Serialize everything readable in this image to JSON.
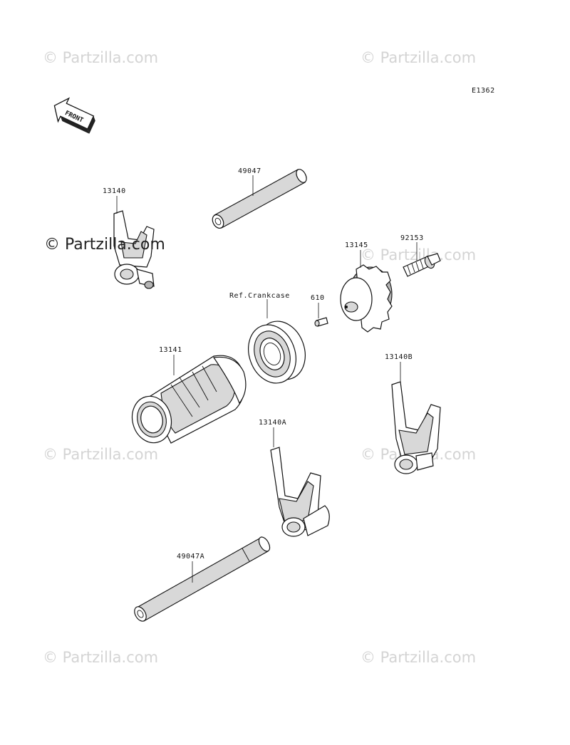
{
  "diagram_code": "E1362",
  "front_arrow_text": "FRONT",
  "watermark_text": "© Partzilla.com",
  "watermark_main_text": "© Partzilla.com",
  "callouts": {
    "p13140": "13140",
    "p49047": "49047",
    "p92153": "92153",
    "p13145": "13145",
    "p610": "610",
    "ref_crankcase": "Ref.Crankcase",
    "p13141": "13141",
    "p13140b": "13140B",
    "p13140a": "13140A",
    "p49047a": "49047A"
  }
}
